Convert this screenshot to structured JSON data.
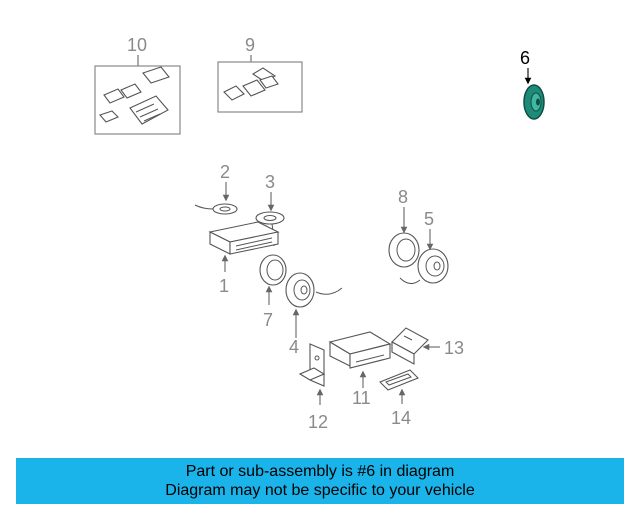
{
  "callouts": {
    "c1": "1",
    "c2": "2",
    "c3": "3",
    "c4": "4",
    "c5": "5",
    "c6": "6",
    "c7": "7",
    "c8": "8",
    "c9": "9",
    "c10": "10",
    "c11": "11",
    "c12": "12",
    "c13": "13",
    "c14": "14"
  },
  "banner": {
    "line1": "Part or sub-assembly is #6 in diagram",
    "line2": "Diagram may not be specific to your vehicle"
  },
  "colors": {
    "banner_background": "#1bb4ea",
    "highlight_part": "#1e8a78",
    "callout_inactive": "#8a8a8a",
    "callout_active": "#000000"
  },
  "icons": [
    "arrow-icon"
  ]
}
